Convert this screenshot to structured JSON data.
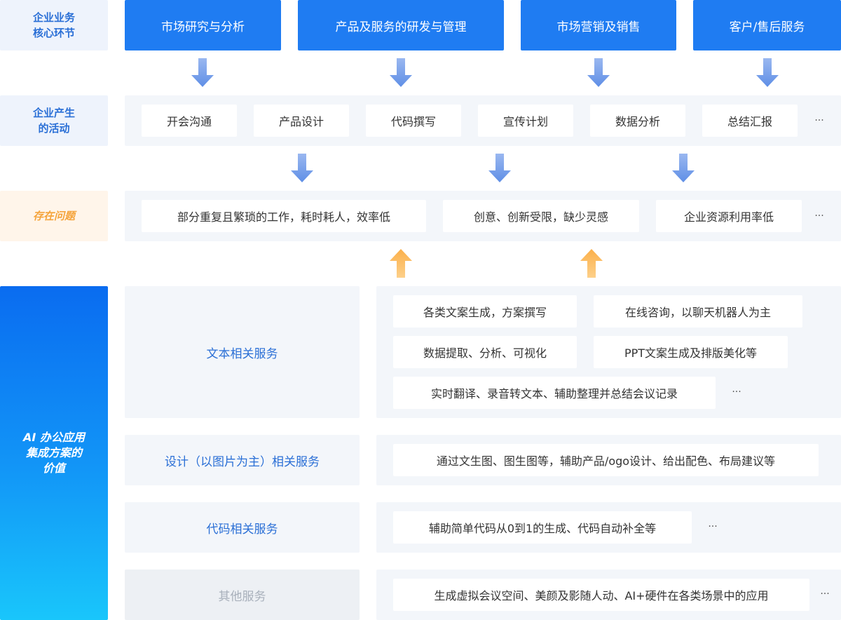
{
  "rows": {
    "core": "企业业务\n核心环节",
    "activities": "企业产生\n的活动",
    "problems": "存在问题",
    "ai_value": "AI 办公应用\n集成方案的\n价值"
  },
  "core_stages": [
    "市场研究与分析",
    "产品及服务的研发与管理",
    "市场营销及销售",
    "客户/售后服务"
  ],
  "activities": [
    "开会沟通",
    "产品设计",
    "代码撰写",
    "宣传计划",
    "数据分析",
    "总结汇报"
  ],
  "problems": [
    "部分重复且繁琐的工作，耗时耗人，效率低",
    "创意、创新受限，缺少灵感",
    "企业资源利用率低"
  ],
  "ellipsis": "···",
  "services": [
    {
      "label": "文本相关服务",
      "items": [
        "各类文案生成，方案撰写",
        "在线咨询，以聊天机器人为主",
        "数据提取、分析、可视化",
        "PPT文案生成及排版美化等",
        "实时翻译、录音转文本、辅助整理并总结会议记录"
      ]
    },
    {
      "label": "设计（以图片为主）相关服务",
      "items": [
        "通过文生图、图生图等，辅助产品/ogo设计、给出配色、布局建议等"
      ]
    },
    {
      "label": "代码相关服务",
      "items": [
        "辅助简单代码从0到1的生成、代码自动补全等"
      ]
    },
    {
      "label": "其他服务",
      "items": [
        "生成虚拟会议空间、美颜及影随人动、AI+硬件在各类场景中的应用"
      ]
    }
  ],
  "colors": {
    "primary": "#1f7cf2",
    "label_bg": "#eef3fc",
    "warn": "#f5a43c",
    "panel_bg": "#f3f6fa",
    "arrow_blue": "#6f9be8",
    "arrow_orange": "#fbb04a"
  }
}
